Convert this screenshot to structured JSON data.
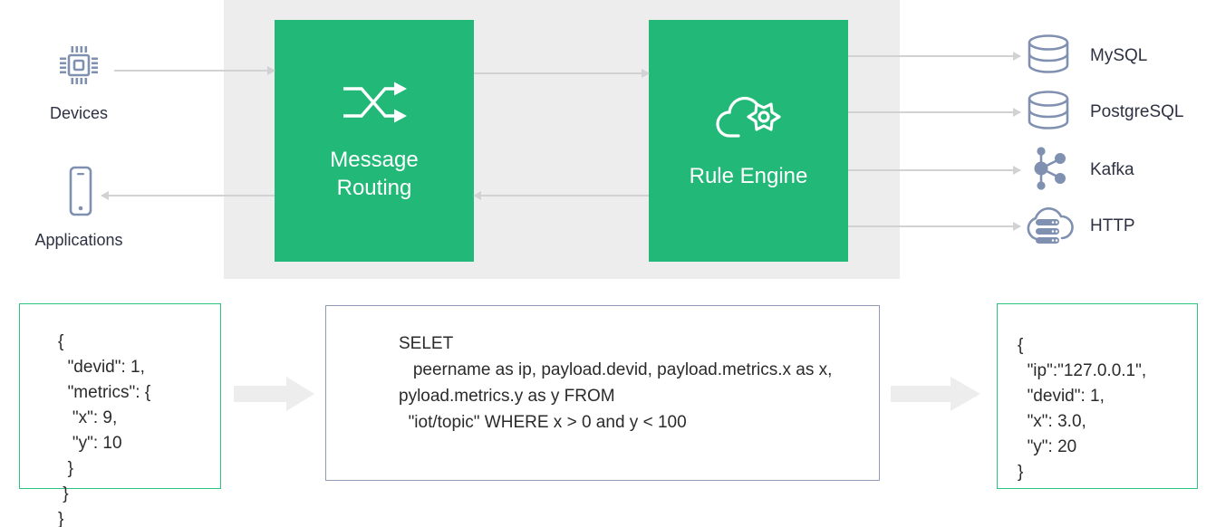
{
  "theme": {
    "process_green": "#22b877",
    "panel_gray": "#ededed",
    "connector_gray": "#d2d2d4",
    "icon_slate": "#8090b0",
    "text_dark": "#2d3142",
    "json_border_green": "#2ec47f",
    "sql_border_blue": "#8f9ab8",
    "fat_arrow_gray": "#ededed"
  },
  "sources": [
    {
      "label": "Devices",
      "icon": "chip-icon"
    },
    {
      "label": "Applications",
      "icon": "smartphone-icon"
    }
  ],
  "processes": [
    {
      "label": "Message\nRouting",
      "icon": "shuffle-arrows-icon"
    },
    {
      "label": "Rule Engine",
      "icon": "cloud-gear-icon"
    }
  ],
  "sinks": [
    {
      "label": "MySQL",
      "icon": "database-icon"
    },
    {
      "label": "PostgreSQL",
      "icon": "database-icon"
    },
    {
      "label": "Kafka",
      "icon": "network-nodes-icon"
    },
    {
      "label": "HTTP",
      "icon": "cloud-server-icon"
    }
  ],
  "panels": {
    "input_json": "{\n  \"devid\": 1,\n  \"metrics\": {\n   \"x\": 9,\n   \"y\": 10\n  }\n }\n}",
    "sql_query": "SELET\n   peername as ip, payload.devid, payload.metrics.x as x, pyload.metrics.y as y FROM\n  \"iot/topic\" WHERE x > 0 and y < 100",
    "output_json": "{\n  \"ip\":\"127.0.0.1\",\n  \"devid\": 1,\n  \"x\": 3.0,\n  \"y\": 20\n}"
  }
}
